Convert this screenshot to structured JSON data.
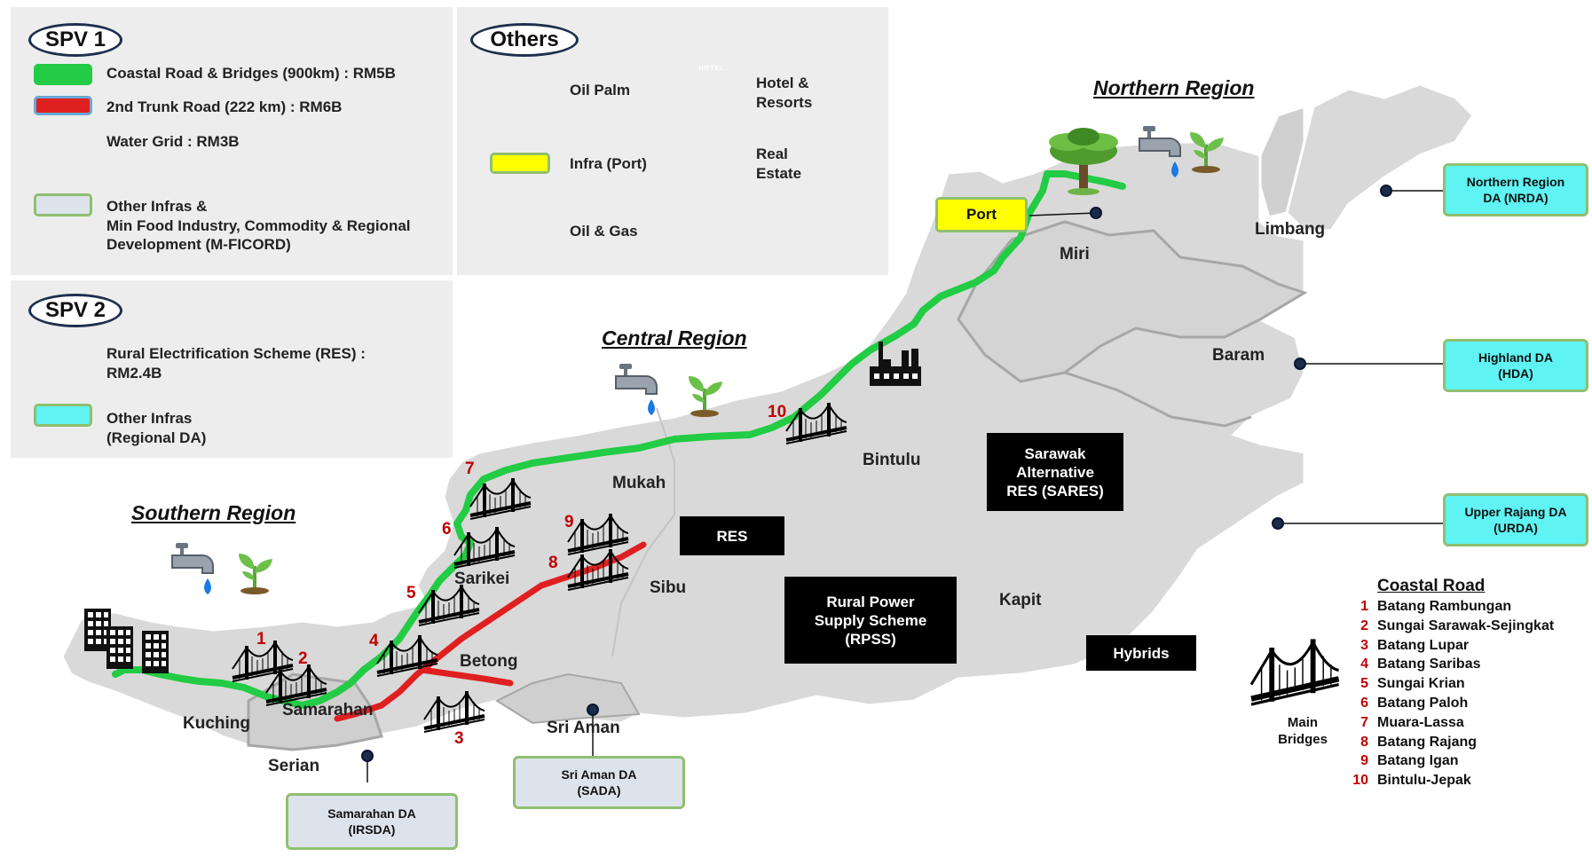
{
  "legend_spv1": {
    "badge": "SPV 1",
    "items": [
      {
        "text": "Coastal Road & Bridges (900km) : RM5B",
        "icon": "green-road-swatch"
      },
      {
        "text": "2nd Trunk Road (222 km) : RM6B",
        "icon": "red-road-swatch"
      },
      {
        "text": "Water Grid : RM3B",
        "icon": "water-tap-icon"
      },
      {
        "text": "Other Infras &",
        "icon": "grey-swatch"
      },
      {
        "text": "Min Food Industry, Commodity & Regional",
        "icon": "plant-icon"
      },
      {
        "text": "Development (M-FICORD)",
        "icon": ""
      }
    ]
  },
  "legend_spv2": {
    "badge": "SPV 2",
    "items": [
      {
        "line1": "Rural Electrification Scheme (RES) :",
        "line2": "RM2.4B",
        "icon": "light-bulb-icon"
      },
      {
        "line1": "Other Infras",
        "line2": "(Regional DA)",
        "icon": "cyan-swatch"
      }
    ]
  },
  "legend_others": {
    "badge": "Others",
    "items": [
      {
        "text": "Oil Palm",
        "icon": "palm-tree-icon"
      },
      {
        "line1": "Hotel &",
        "line2": "Resorts",
        "icon": "hotel-icon",
        "sign": "HOTEL"
      },
      {
        "text": "Infra (Port)",
        "icon": "yellow-swatch"
      },
      {
        "line1": "Real",
        "line2": "Estate",
        "icon": "building-icon"
      },
      {
        "text": "Oil & Gas",
        "icon": "factory-icon"
      }
    ]
  },
  "regions": {
    "northern": "Northern Region",
    "central": "Central Region",
    "southern": "Southern Region"
  },
  "places": {
    "miri": "Miri",
    "limbang": "Limbang",
    "baram": "Baram",
    "bintulu": "Bintulu",
    "mukah": "Mukah",
    "sibu": "Sibu",
    "sarikei": "Sarikei",
    "kapit": "Kapit",
    "betong": "Betong",
    "kuching": "Kuching",
    "samarahan": "Samarahan",
    "serian": "Serian",
    "sri_aman": "Sri Aman"
  },
  "port_label": "Port",
  "black_boxes": {
    "sares": [
      "Sarawak",
      "Alternative",
      "RES (SARES)"
    ],
    "res": "RES",
    "rpss": [
      "Rural Power",
      "Supply Scheme",
      "(RPSS)"
    ],
    "hybrids": "Hybrids"
  },
  "development_agencies": {
    "nrda": [
      "Northern Region",
      "DA (NRDA)"
    ],
    "hda": [
      "Highland DA",
      "(HDA)"
    ],
    "urda": [
      "Upper Rajang DA",
      "(URDA)"
    ],
    "sada": [
      "Sri Aman DA",
      "(SADA)"
    ],
    "irsda": [
      "Samarahan DA",
      "(IRSDA)"
    ]
  },
  "bridge_numbers": [
    "1",
    "2",
    "3",
    "4",
    "5",
    "6",
    "7",
    "8",
    "9",
    "10"
  ],
  "coastal_road_list": {
    "title": "Coastal Road",
    "items": [
      {
        "num": "1",
        "name": "Batang Rambungan"
      },
      {
        "num": "2",
        "name": "Sungai Sarawak-Sejingkat"
      },
      {
        "num": "3",
        "name": "Batang Lupar"
      },
      {
        "num": "4",
        "name": "Batang Saribas"
      },
      {
        "num": "5",
        "name": "Sungai Krian"
      },
      {
        "num": "6",
        "name": "Batang Paloh"
      },
      {
        "num": "7",
        "name": "Muara-Lassa"
      },
      {
        "num": "8",
        "name": "Batang Rajang"
      },
      {
        "num": "9",
        "name": "Batang Igan"
      },
      {
        "num": "10",
        "name": "Bintulu-Jepak"
      }
    ],
    "bridge_caption": [
      "Main",
      "Bridges"
    ]
  },
  "colors": {
    "coastal_road": "#22cc44",
    "trunk_road": "#e02020",
    "map_fill": "#d9d9d9",
    "da_cyan": "#5ff3f3",
    "port_yellow": "#ffff00",
    "bridge_number": "#c00000"
  }
}
